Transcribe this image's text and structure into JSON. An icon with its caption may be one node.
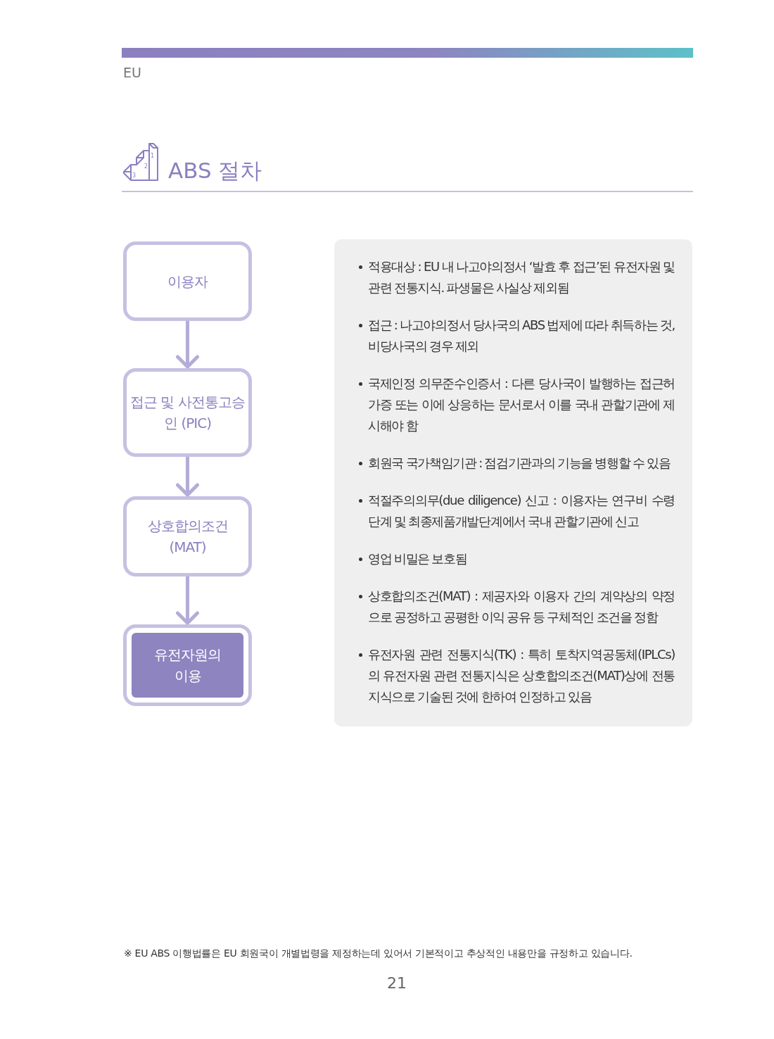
{
  "diagram": {
    "title": "ABS 절차",
    "nodes": [
      {
        "text": [
          "이용자"
        ]
      },
      {
        "text": [
          "접근 및 사전통고승인 (PIC)"
        ]
      },
      {
        "text": [
          "상호합의조건 (MAT)"
        ]
      },
      {
        "text": [
          "유전자원의 이용"
        ]
      },
      {
        "text": [
          "적용대상 : EU 내 나고야의정서 ‘발효 후 접근’된 유전자원 및 관련 전통지식. 파생물은 사실상 제외됨",
          "접근 : 나고야의정서 당사국의 ABS 법제에 따라 취득하는 것, 비당사국의 경우 제외",
          "국제인정 의무준수인증서 : 다른 당사국이 발행하는 접근허가증 또는 이에 상응하는 문서로서 이를 국내 관할기관에 제시해야 함",
          "회원국 국가책임기관 : 점검기관과의 기능을 병행할 수 있음",
          "적절주의의무(due diligence) 신고 : 이용자는 연구비 수령단계 및 최종제품개발단계에서 국내 관할기관에 신고",
          "영업 비밀은 보호됨",
          "상호합의조건(MAT) : 제공자와 이용자 간의 계약상의 약정으로 공정하고 공평한 이익 공유 등 구체적인 조건을 정함",
          "유전자원 관련 전통지식(TK) : 특히 토착지역공동체(IPLCs)의 유전자원 관련 전통지식은 상호합의조건(MAT)상에 전통지식으로 기술된 것에 한하여 인정하고 있음"
        ]
      }
    ],
    "edges": [
      {
        "from": 0,
        "to": 1,
        "arrow": "to"
      },
      {
        "from": 1,
        "to": 2,
        "arrow": "to"
      },
      {
        "from": 2,
        "to": 3,
        "arrow": "to"
      }
    ],
    "labels": [
      "EU",
      "1",
      "2",
      "3",
      "※ EU ABS 이행법률은 EU 회원국이 개별법령을 제정하는데 있어서 기본적이고 추상적인 내용만을 규정하고 있습니다.",
      "21"
    ]
  }
}
